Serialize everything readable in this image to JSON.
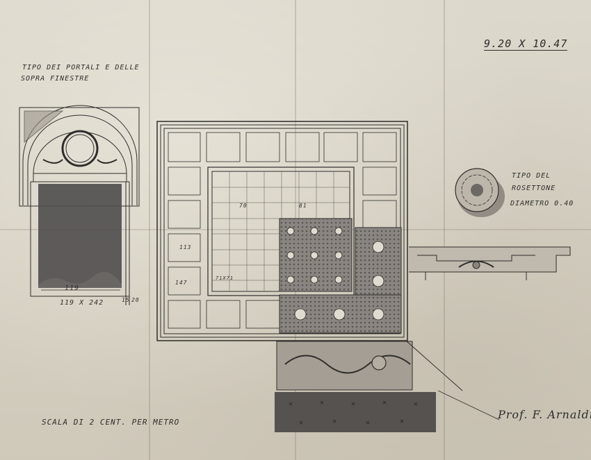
{
  "dimensions_label": "9.20 X 10.47",
  "portal_title_line1": "TIPO DEI PORTALI E DELLE",
  "portal_title_line2": "SOPRA FINESTRE",
  "portal_width": "119",
  "portal_size": "119 X 242",
  "portal_small_dims": "15",
  "portal_small_dims2": "20",
  "rosette_label_line1": "TIPO DEL",
  "rosette_label_line2": "ROSETTONE",
  "rosette_label_line3": "DIAMETRO 0.40",
  "ceiling_dim_113": "113",
  "ceiling_dim_147": "147",
  "ceiling_dim_70": "70",
  "ceiling_dim_81": "81",
  "ceiling_dim_small": "71X71",
  "scale_label": "SCALA DI 2 CENT. PER METRO",
  "signature": "Prof. F. Arnaldi",
  "colors": {
    "ink": "#2f2d2b",
    "wash": "#4f4c4c",
    "paper": "#d8d3c6"
  }
}
